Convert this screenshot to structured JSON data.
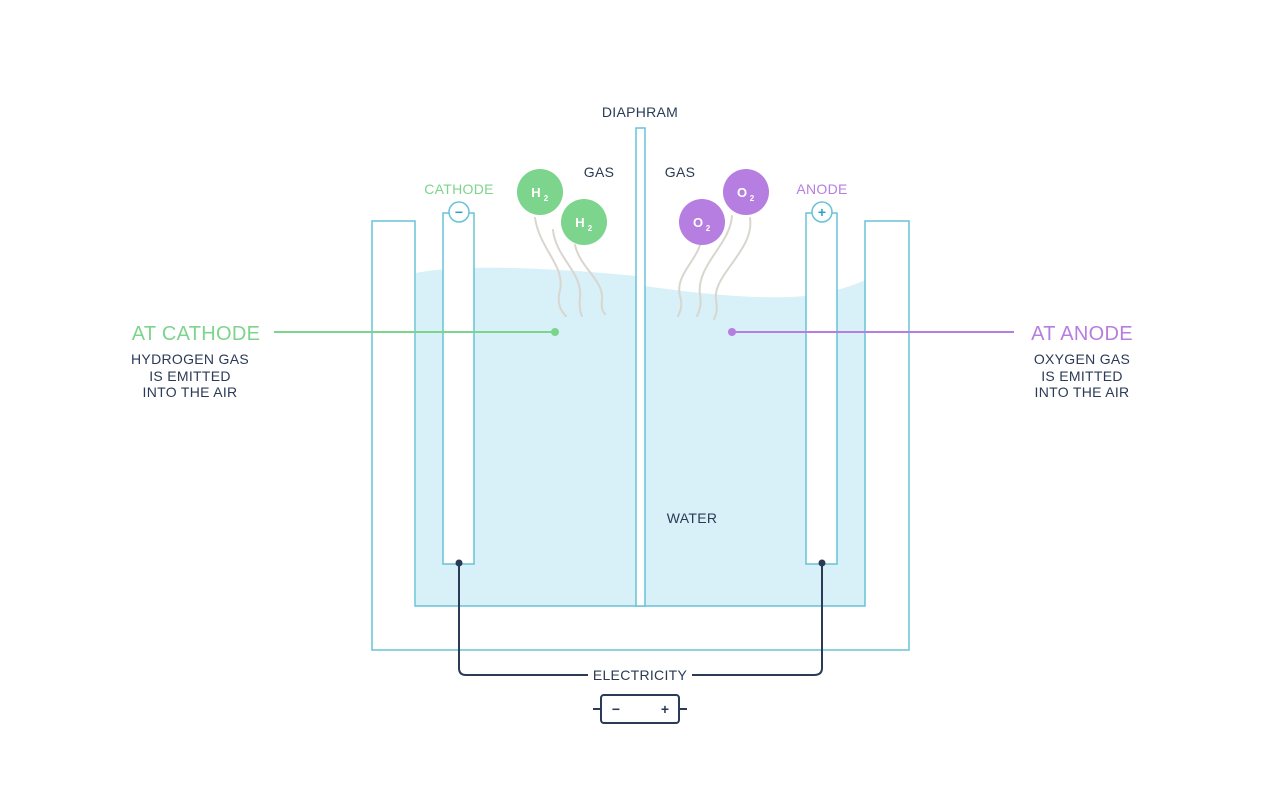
{
  "colors": {
    "cathode": "#7dd48c",
    "anode": "#b57ee0",
    "water": "#d8f0f7",
    "tank_stroke": "#67c3d6",
    "wire": "#2b3a55",
    "text_dark": "#2b3a55",
    "gas_trail": "#d9d6cf"
  },
  "labels": {
    "diaphragm": "DIAPHRAM",
    "gas_left": "GAS",
    "gas_right": "GAS",
    "cathode": "CATHODE",
    "anode": "ANODE",
    "cathode_sign": "−",
    "anode_sign": "+",
    "water": "WATER",
    "electricity": "ELECTRICITY",
    "battery_minus": "−",
    "battery_plus": "+"
  },
  "callouts": {
    "cathode": {
      "title": "AT CATHODE",
      "lines": [
        "HYDROGEN GAS",
        "IS EMITTED",
        "INTO THE AIR"
      ]
    },
    "anode": {
      "title": "AT ANODE",
      "lines": [
        "OXYGEN GAS",
        "IS EMITTED",
        "INTO THE AIR"
      ]
    }
  },
  "molecules": {
    "h2": {
      "symbol": "H",
      "subscript": "2"
    },
    "o2": {
      "symbol": "O",
      "subscript": "2"
    }
  },
  "icons": {
    "cathode_terminal": "minus-circle-icon",
    "anode_terminal": "plus-circle-icon",
    "battery": "battery-icon"
  }
}
